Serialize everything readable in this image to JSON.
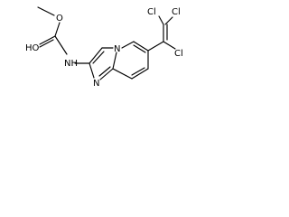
{
  "molecule": {
    "atoms": {
      "O_methoxy": "O",
      "O_hydroxy": "HO",
      "N_amide": "NH",
      "N_ring_top": "N",
      "N_ring_bottom": "N",
      "Cl_top_left": "Cl",
      "Cl_top_right": "Cl",
      "Cl_right": "Cl"
    },
    "colors": {
      "bond": "#000000",
      "label": "#000000",
      "background": "#ffffff"
    }
  }
}
